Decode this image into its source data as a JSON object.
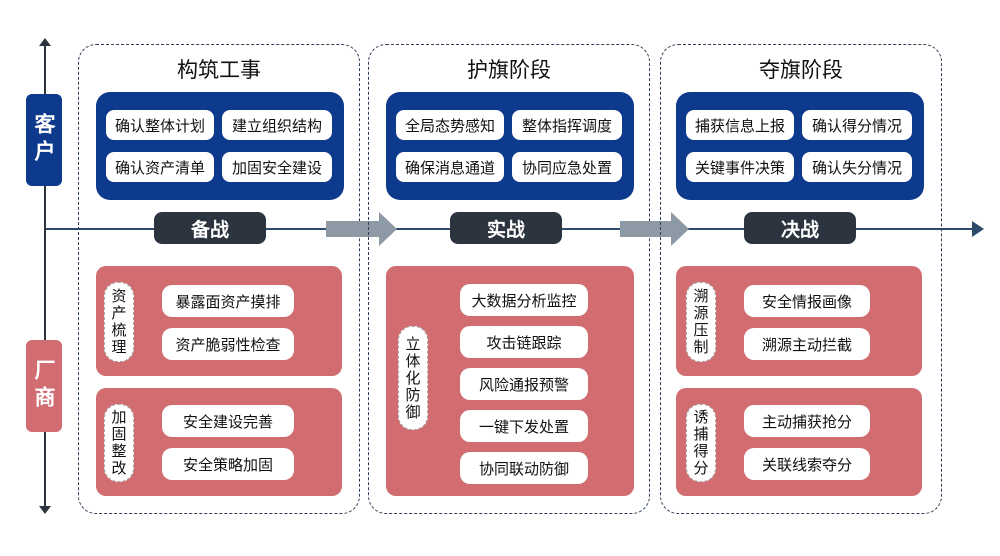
{
  "axis": {
    "client_label": "客户",
    "vendor_label": "厂商"
  },
  "phases": [
    {
      "title": "构筑工事",
      "stage": "备战",
      "client_items": [
        "确认整体计划",
        "建立组织结构",
        "确认资产清单",
        "加固安全建设"
      ],
      "vendor_groups": [
        {
          "tag": "资产梳理",
          "items": [
            "暴露面资产摸排",
            "资产脆弱性检查"
          ]
        },
        {
          "tag": "加固整改",
          "items": [
            "安全建设完善",
            "安全策略加固"
          ]
        }
      ]
    },
    {
      "title": "护旗阶段",
      "stage": "实战",
      "client_items": [
        "全局态势感知",
        "整体指挥调度",
        "确保消息通道",
        "协同应急处置"
      ],
      "vendor_groups": [
        {
          "tag": "立体化防御",
          "items": [
            "大数据分析监控",
            "攻击链跟踪",
            "风险通报预警",
            "一键下发处置",
            "协同联动防御"
          ]
        }
      ]
    },
    {
      "title": "夺旗阶段",
      "stage": "决战",
      "client_items": [
        "捕获信息上报",
        "确认得分情况",
        "关键事件决策",
        "确认失分情况"
      ],
      "vendor_groups": [
        {
          "tag": "溯源压制",
          "items": [
            "安全情报画像",
            "溯源主动拦截"
          ]
        },
        {
          "tag": "诱捕得分",
          "items": [
            "主动捕获抢分",
            "关联线索夺分"
          ]
        }
      ]
    }
  ]
}
